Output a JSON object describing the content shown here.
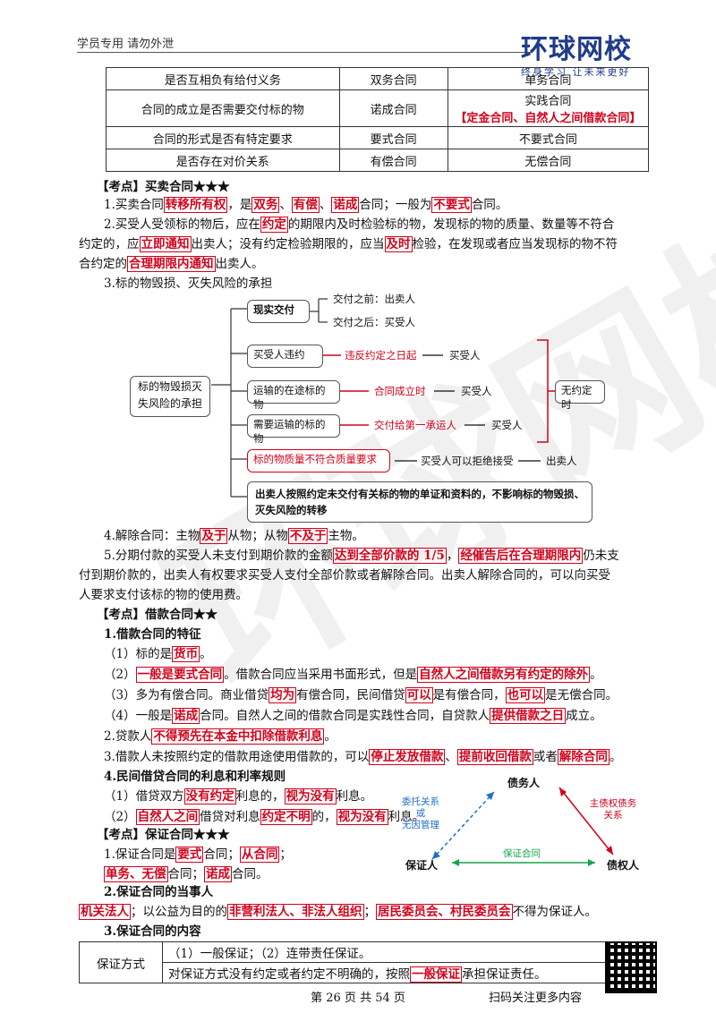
{
  "header": {
    "left_text": "学员专用  请勿外泄",
    "logo_title": "环球网校",
    "logo_sub": "终身学习 让未来更好"
  },
  "compare_table": [
    [
      "是否互相负有给付义务",
      "双务合同",
      "单务合同"
    ],
    [
      "合同的成立是否需要交付标的物",
      "诺成合同",
      "实践合同"
    ],
    [
      "合同的形式是否有特定要求",
      "要式合同",
      "不要式合同"
    ],
    [
      "是否存在对价关系",
      "有偿合同",
      "无偿合同"
    ]
  ],
  "compare_note": "【定金合同、自然人之间借款合同】",
  "s1": {
    "title": "【考点】买卖合同★★★",
    "p1": [
      "1.买卖合同",
      "转移所有权",
      "，是",
      "双务",
      "、",
      "有偿",
      "、",
      "诺成",
      "合同；一般为",
      "不要式",
      "合同。"
    ],
    "p2a": [
      "2.买受人受领标的物后，应在",
      "约定",
      "的期限内及时检验标的物，发现标的物的质量、数量等不符合"
    ],
    "p2b": [
      "约定的，应",
      "立即通知",
      "出卖人；没有约定检验期限的，应当",
      "及时",
      "检验，在发现或者应当发现标的物不符"
    ],
    "p2c": [
      "合约定的",
      "合理期限内通知",
      "出卖人。"
    ],
    "p3": "3.标的物毁损、灭失风险的承担"
  },
  "diagram": {
    "root": "标的物毁损灭失风险的承担",
    "real": "现实交付",
    "before": "交付之前：出卖人",
    "after": "交付之后：买受人",
    "b1": "买受人违约",
    "b1r": "违反约定之日起",
    "b1t": "买受人",
    "b2": "运输的在途标的物",
    "b2r": "合同成立时",
    "b2t": "买受人",
    "b3": "需要运输的标的物",
    "b3r": "交付给第一承运人",
    "b3t": "买受人",
    "none": "无约定时",
    "b4": "标的物质量不符合质量要求",
    "b4a": "买受人可以拒绝接受",
    "b4b": "出卖人",
    "b5": "出卖人按照约定未交付有关标的物的单证和资料的，不影响标的物毁损、灭失风险的转移"
  },
  "s1b": {
    "p4": [
      "4.解除合同：主物",
      "及于",
      "从物；从物",
      "不及于",
      "主物。"
    ],
    "p5a": [
      "5.分期付款的买受人未支付到期价款的金额",
      "达到全部价款的 1/5",
      "，",
      "经催告后在合理期限内",
      "仍未支"
    ],
    "p5b": "付到期价款的，出卖人有权要求买受人支付全部价款或者解除合同。出卖人解除合同的，可以向买受",
    "p5c": "人要求支付该标的物的使用费。"
  },
  "s2": {
    "title": "【考点】借款合同★★",
    "h1": "1.借款合同的特征",
    "l1": [
      "（1）标的是",
      "货币",
      "。"
    ],
    "l2": [
      "（2）",
      "一般是要式合同",
      "。借款合同应当采用书面形式，但是",
      "自然人之间借款另有约定的除外",
      "。"
    ],
    "l3": [
      "（3）多为有偿合同。商业借贷",
      "均为",
      "有偿合同，民间借贷",
      "可以",
      "是有偿合同，",
      "也可以",
      "是无偿合同。"
    ],
    "l4": [
      "（4）一般是",
      "诺成",
      "合同。自然人之间的借款合同是实践性合同，自贷款人",
      "提供借款之日",
      "成立。"
    ],
    "h2": [
      "2.贷款人",
      "不得预先在本金中扣除借款利息",
      "。"
    ],
    "h3": [
      "3.借款人未按照约定的借款用途使用借款的，可以",
      "停止发放借款",
      "、",
      "提前收回借款",
      "或者",
      "解除合同",
      "。"
    ],
    "h4": "4.民间借贷合同的利息和利率规则",
    "r1": [
      "（1）借贷双方",
      "没有约定",
      "利息的，",
      "视为没有",
      "利息。"
    ],
    "r2": [
      "（2）",
      "自然人之间",
      "借贷对利息",
      "约定不明",
      "的，",
      "视为没有",
      "利息。"
    ]
  },
  "s3": {
    "title": "【考点】保证合同★★★",
    "p1a": [
      "1.保证合同是",
      "要式",
      "合同；",
      "从合同",
      "；"
    ],
    "p1b": [
      "单务、无偿",
      "合同；",
      "诺成",
      "合同。"
    ],
    "h2": "2.保证合同的当事人",
    "p2": [
      "机关法人",
      "；以公益为目的的",
      "非营利法人、非法人组织",
      "；",
      "居民委员会、村民委员会",
      "不得为保证人。"
    ],
    "h3": "3.保证合同的内容",
    "tbl_label": "保证方式",
    "tbl_line1": "（1）一般保证；（2）连带责任保证。",
    "tbl_line2": [
      "对保证方式没有约定或者约定不明确的，按照",
      "一般保证",
      "承担保证责任。"
    ]
  },
  "triangle": {
    "debtor": "债务人",
    "guarantor": "保证人",
    "creditor": "债权人",
    "left": "委托关系\n或\n无因管理",
    "right": "主债权债务\n关系",
    "bottom": "保证合同"
  },
  "footer": {
    "page": "第 26 页 共 54 页",
    "qr_text": "扫码关注更多内容"
  }
}
